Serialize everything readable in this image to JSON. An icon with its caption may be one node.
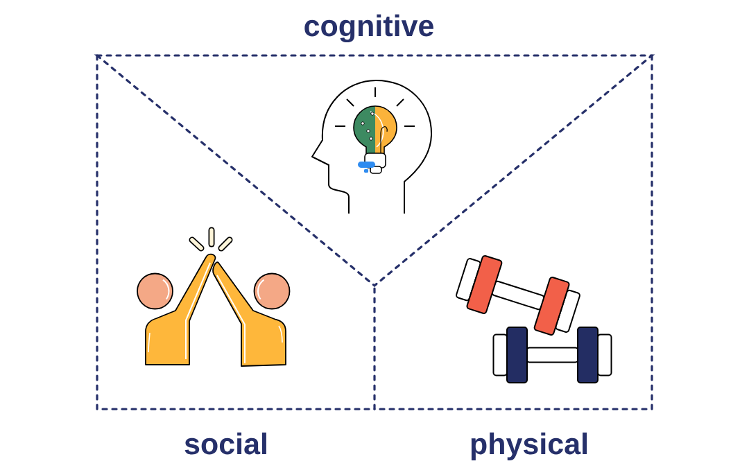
{
  "diagram": {
    "nodes": [
      {
        "text": [
          "cognitive"
        ]
      },
      {
        "text": [
          "social"
        ]
      },
      {
        "text": [
          "physical"
        ]
      }
    ]
  }
}
